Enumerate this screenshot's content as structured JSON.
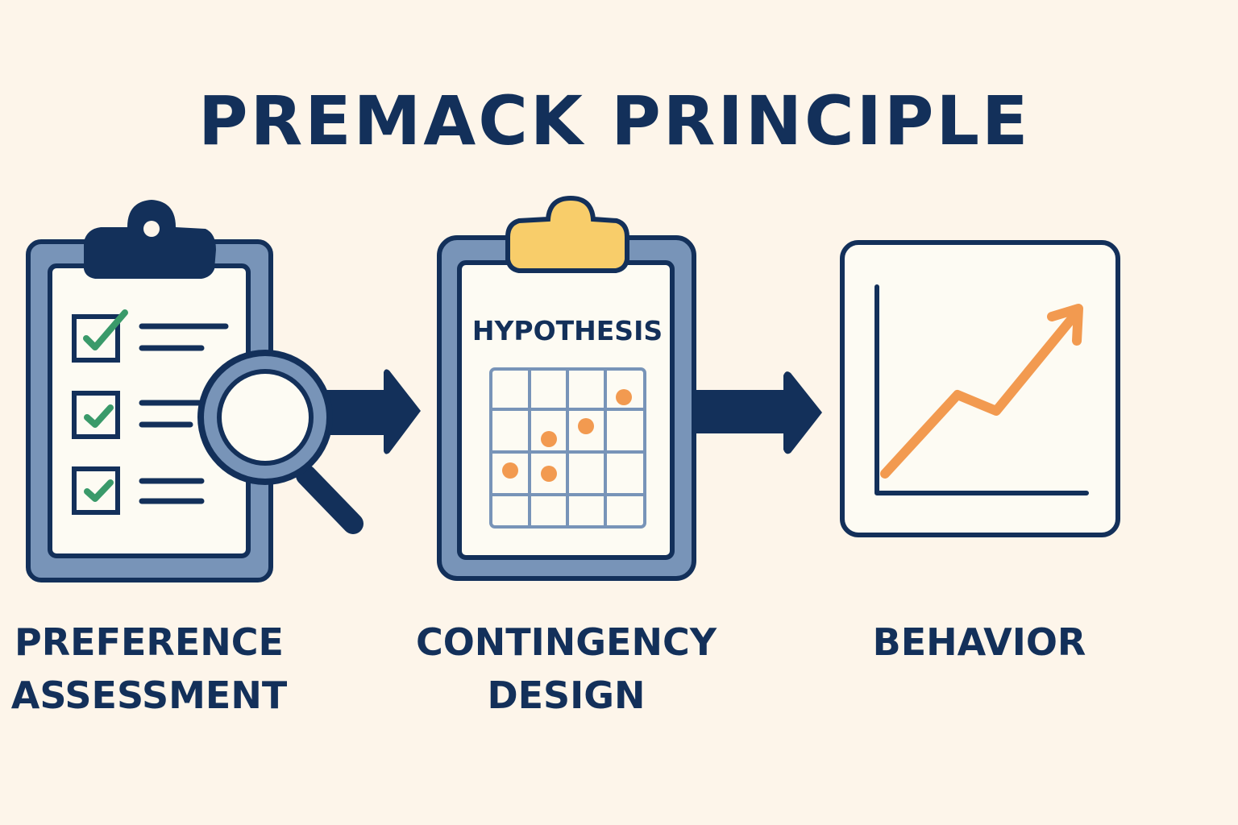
{
  "title": "PREMACK PRINCIPLE",
  "colors": {
    "background": "#fdf5ea",
    "navy": "#13305a",
    "steel_blue": "#7894b8",
    "paper": "#fdfbf3",
    "check_green": "#3a9a6a",
    "accent_orange": "#f29a50",
    "clip_yellow": "#f8cd6a"
  },
  "steps": [
    {
      "id": "preference-assessment",
      "label_line1": "PREFERENCE",
      "label_line2": "ASSESSMENT",
      "icon": "clipboard-checklist-magnifier-icon",
      "checklist_items": 3
    },
    {
      "id": "contingency-design",
      "label_line1": "CONTINGENCY",
      "label_line2": "DESIGN",
      "icon": "clipboard-hypothesis-grid-icon",
      "clipboard_heading": "HYPOTHESIS",
      "grid": {
        "rows": 4,
        "cols": 4
      },
      "grid_dots": [
        {
          "row": 0,
          "col": 3
        },
        {
          "row": 1,
          "col": 1
        },
        {
          "row": 1,
          "col": 2
        },
        {
          "row": 2,
          "col": 0
        },
        {
          "row": 2,
          "col": 1
        }
      ]
    },
    {
      "id": "behavior",
      "label_line1": "BEHAVIOR",
      "label_line2": "",
      "icon": "rising-line-chart-icon"
    }
  ],
  "connectors": [
    {
      "from": "preference-assessment",
      "to": "contingency-design",
      "icon": "right-arrow-icon"
    },
    {
      "from": "contingency-design",
      "to": "behavior",
      "icon": "right-arrow-icon"
    }
  ]
}
